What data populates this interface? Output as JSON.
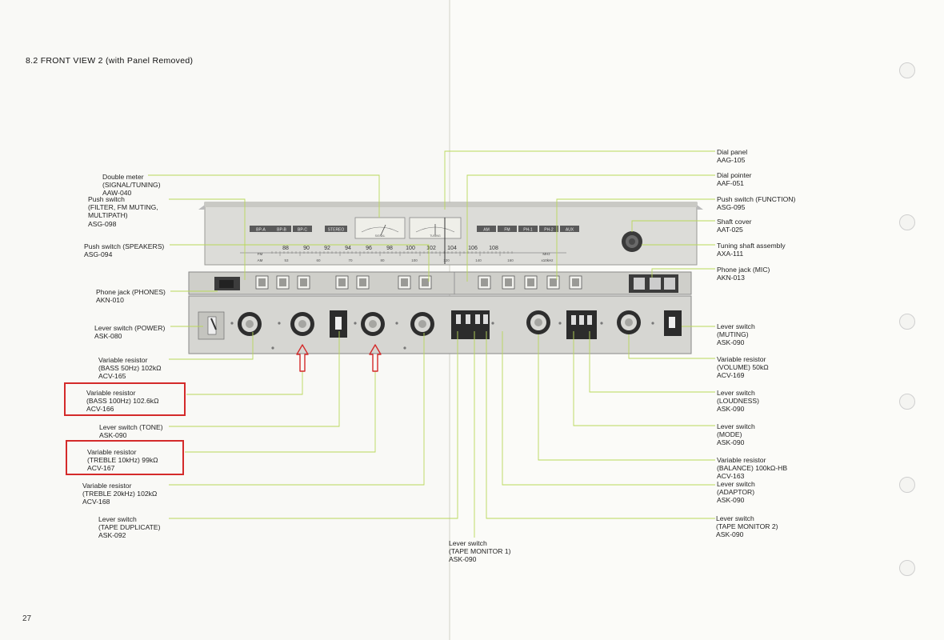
{
  "heading": "8.2  FRONT VIEW 2 (with Panel Removed)",
  "page_number": "27",
  "left_labels": [
    {
      "name": "label-double-meter",
      "lines": [
        "Double meter",
        "(SIGNAL/TUNING)",
        "AAW-040"
      ]
    },
    {
      "name": "label-push-switch-filter",
      "lines": [
        "Push switch",
        "(FILTER, FM MUTING,",
        "MULTIPATH)",
        "ASG-098"
      ]
    },
    {
      "name": "label-push-switch-speakers",
      "lines": [
        "Push switch (SPEAKERS)",
        "ASG-094"
      ]
    },
    {
      "name": "label-phone-jack-phones",
      "lines": [
        "Phone jack (PHONES)",
        "AKN-010"
      ]
    },
    {
      "name": "label-lever-switch-power",
      "lines": [
        "Lever switch (POWER)",
        "ASK-080"
      ]
    },
    {
      "name": "label-vr-bass-50hz",
      "lines": [
        "Variable resistor",
        "(BASS 50Hz) 102kΩ",
        "ACV-165"
      ]
    },
    {
      "name": "label-vr-bass-100hz",
      "lines": [
        "Variable resistor",
        "(BASS 100Hz) 102.6kΩ",
        "ACV-166"
      ]
    },
    {
      "name": "label-lever-switch-tone",
      "lines": [
        "Lever switch (TONE)",
        "ASK-090"
      ]
    },
    {
      "name": "label-vr-treble-10khz",
      "lines": [
        "Variable resistor",
        "(TREBLE 10kHz) 99kΩ",
        "ACV-167"
      ]
    },
    {
      "name": "label-vr-treble-20khz",
      "lines": [
        "Variable resistor",
        "(TREBLE 20kHz) 102kΩ",
        "ACV-168"
      ]
    },
    {
      "name": "label-lever-switch-tape-duplicate",
      "lines": [
        "Lever switch",
        "(TAPE DUPLICATE)",
        "ASK-092"
      ]
    }
  ],
  "right_labels": [
    {
      "name": "label-dial-panel",
      "lines": [
        "Dial panel",
        "AAG-105"
      ]
    },
    {
      "name": "label-dial-pointer",
      "lines": [
        "Dial pointer",
        "AAF-051"
      ]
    },
    {
      "name": "label-push-switch-function",
      "lines": [
        "Push switch (FUNCTION)",
        "ASG-095"
      ]
    },
    {
      "name": "label-shaft-cover",
      "lines": [
        "Shaft cover",
        "AAT-025"
      ]
    },
    {
      "name": "label-tuning-shaft-assembly",
      "lines": [
        "Tuning shaft assembly",
        "AXA-111"
      ]
    },
    {
      "name": "label-phone-jack-mic",
      "lines": [
        "Phone jack (MIC)",
        "AKN-013"
      ]
    },
    {
      "name": "label-lever-switch-muting",
      "lines": [
        "Lever switch",
        "(MUTING)",
        "ASK-090"
      ]
    },
    {
      "name": "label-vr-volume",
      "lines": [
        "Variable resistor",
        "(VOLUME) 50kΩ",
        "ACV-169"
      ]
    },
    {
      "name": "label-lever-switch-loudness",
      "lines": [
        "Lever switch",
        "(LOUDNESS)",
        "ASK-090"
      ]
    },
    {
      "name": "label-lever-switch-mode",
      "lines": [
        "Lever switch",
        "(MODE)",
        "ASK-090"
      ]
    },
    {
      "name": "label-vr-balance",
      "lines": [
        "Variable resistor",
        "(BALANCE) 100kΩ-HB",
        "ACV-163"
      ]
    },
    {
      "name": "label-lever-switch-adaptor",
      "lines": [
        "Lever switch",
        "(ADAPTOR)",
        "ASK-090"
      ]
    },
    {
      "name": "label-lever-switch-tape-monitor-2",
      "lines": [
        "Lever switch",
        "(TAPE MONITOR 2)",
        "ASK-090"
      ]
    }
  ],
  "bottom_label": {
    "name": "label-lever-switch-tape-monitor-1",
    "lines": [
      "Lever switch",
      "(TAPE MONITOR 1)",
      "ASK-090"
    ]
  },
  "panel": {
    "buttons_left": [
      "BP-A",
      "BP-B",
      "BP-C"
    ],
    "stereo": "STEREO",
    "buttons_right": [
      "AM",
      "FM",
      "PH-1",
      "PH-2",
      "AUX"
    ],
    "meter_signal": "SIGNAL",
    "meter_tuning": "TUNING",
    "fm_label": "FM",
    "am_label": "AM",
    "mhz": "MHz",
    "khz": "x10kHz",
    "fm_scale": [
      "88",
      "90",
      "92",
      "94",
      "96",
      "98",
      "100",
      "102",
      "104",
      "106",
      "108"
    ],
    "am_scale": [
      "53",
      "60",
      "70",
      "80",
      "100",
      "120",
      "140",
      "160"
    ]
  },
  "colors": {
    "leader": "#b9d85a",
    "highlight": "#d42a2a",
    "arrow": "#d42a2a"
  }
}
